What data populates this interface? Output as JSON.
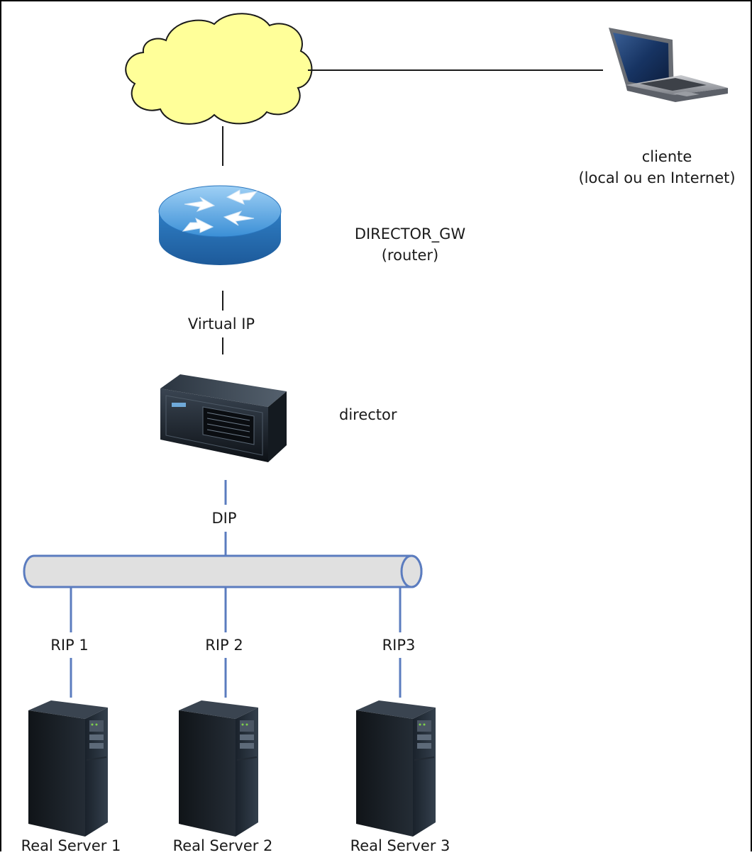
{
  "nodes": {
    "client": {
      "label_line1": "cliente",
      "label_line2": "(local ou en Internet)"
    },
    "router": {
      "label_line1": "DIRECTOR_GW",
      "label_line2": "(router)"
    },
    "director": {
      "label": "director"
    },
    "servers": [
      {
        "label": "Real Server 1"
      },
      {
        "label": "Real Server 2"
      },
      {
        "label": "Real Server 3"
      }
    ]
  },
  "links": {
    "virtual_ip": "Virtual IP",
    "dip": "DIP",
    "rip1": "RIP 1",
    "rip2": "RIP 2",
    "rip3": "RIP3"
  },
  "colors": {
    "cloud_fill": "#ffff99",
    "bus_fill": "#e0e0e0",
    "bus_stroke": "#5b7cbf",
    "link_line": "#5b7cbf",
    "router_blue": "#3b8fd6"
  }
}
